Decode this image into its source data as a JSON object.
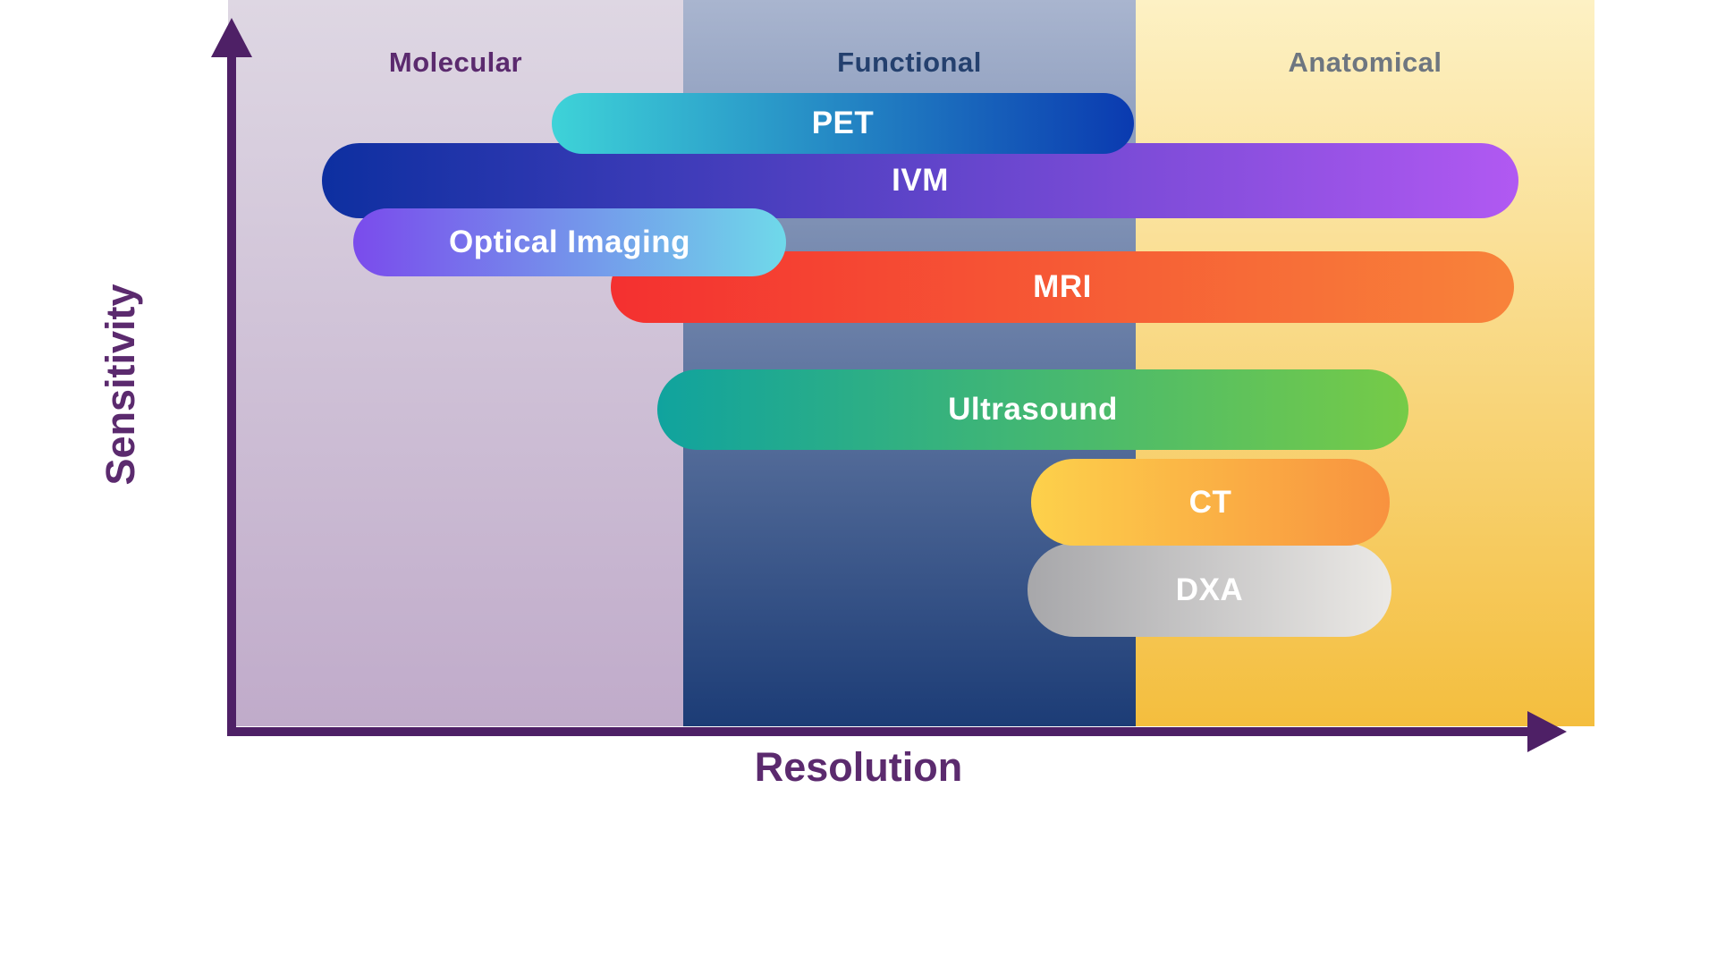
{
  "axes": {
    "x_label": "Resolution",
    "y_label": "Sensitivity",
    "axis_color": "#4e2066",
    "label_color": "#5b2a6e"
  },
  "bands": [
    {
      "label": "Molecular",
      "label_color": "#5b2a6e",
      "gradient": {
        "from": "#ded7e3",
        "to": "#c0abca",
        "dir": "180deg"
      }
    },
    {
      "label": "Functional",
      "label_color": "#24406e",
      "gradient": {
        "from": "#a9b5cf",
        "to": "#1c3c76",
        "dir": "180deg"
      }
    },
    {
      "label": "Anatomical",
      "label_color": "#6e7680",
      "gradient": {
        "from": "#fdf1c4",
        "to": "#f4be3e",
        "dir": "180deg"
      }
    }
  ],
  "bars": [
    {
      "label": "PET",
      "gradient": {
        "from": "#3ed3d8",
        "to": "#0a3ab0",
        "dir": "90deg"
      }
    },
    {
      "label": "IVM",
      "gradient": {
        "from": "#0d2fa0",
        "to": "#b159f2",
        "dir": "90deg"
      }
    },
    {
      "label": "Optical Imaging",
      "gradient": {
        "from": "#7a4bec",
        "to": "#6fd9ea",
        "dir": "90deg"
      }
    },
    {
      "label": "MRI",
      "gradient": {
        "from": "#f43030",
        "to": "#f8833a",
        "dir": "90deg"
      }
    },
    {
      "label": "Ultrasound",
      "gradient": {
        "from": "#10a39e",
        "to": "#76cb47",
        "dir": "90deg"
      }
    },
    {
      "label": "CT",
      "gradient": {
        "from": "#fdd14b",
        "to": "#f8923f",
        "dir": "90deg"
      }
    },
    {
      "label": "DXA",
      "gradient": {
        "from": "#a7a7aa",
        "to": "#ebe9e6",
        "dir": "90deg"
      }
    }
  ]
}
